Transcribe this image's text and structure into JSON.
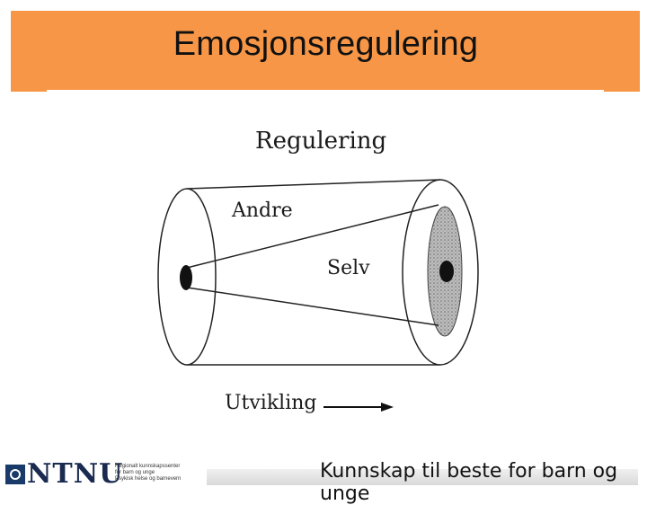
{
  "slide": {
    "title": "Emosjonsregulering"
  },
  "diagram": {
    "label_top": "Regulering",
    "label_outer": "Andre",
    "label_inner": "Selv",
    "label_bottom": "Utvikling"
  },
  "footer": {
    "logo_text": "NTNU",
    "center_lines": [
      "Regionalt kunnskapssenter",
      "for barn og unge",
      "Psykisk helse og barnevern"
    ],
    "tagline": "Kunnskap til beste for barn og unge"
  },
  "colors": {
    "title_bar": "#f79646",
    "logo_blue": "#1a3a6a"
  }
}
